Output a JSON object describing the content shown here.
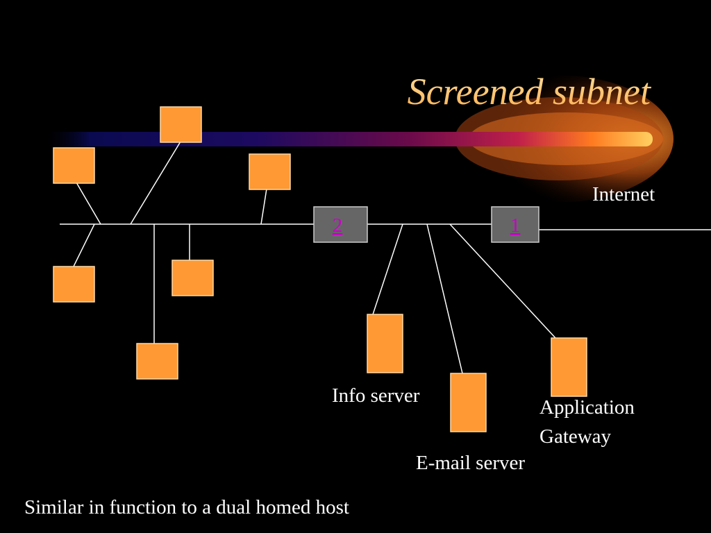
{
  "slide": {
    "title": "Screened subnet",
    "caption": "Similar in function to a dual homed host"
  },
  "diagram": {
    "labels": {
      "internet": "Internet",
      "info_server": "Info server",
      "email_server": "E-mail server",
      "app_gateway_line1": "Application",
      "app_gateway_line2": "Gateway"
    },
    "routers": [
      {
        "id": "router-2",
        "label": "2"
      },
      {
        "id": "router-1",
        "label": "1"
      }
    ]
  },
  "colors": {
    "background": "#000000",
    "host_fill": "#ff9933",
    "host_border": "#ffd9a8",
    "router_fill": "#666666",
    "router_label": "#cc00cc",
    "line": "#ffffff",
    "title": "#ffcc80"
  }
}
